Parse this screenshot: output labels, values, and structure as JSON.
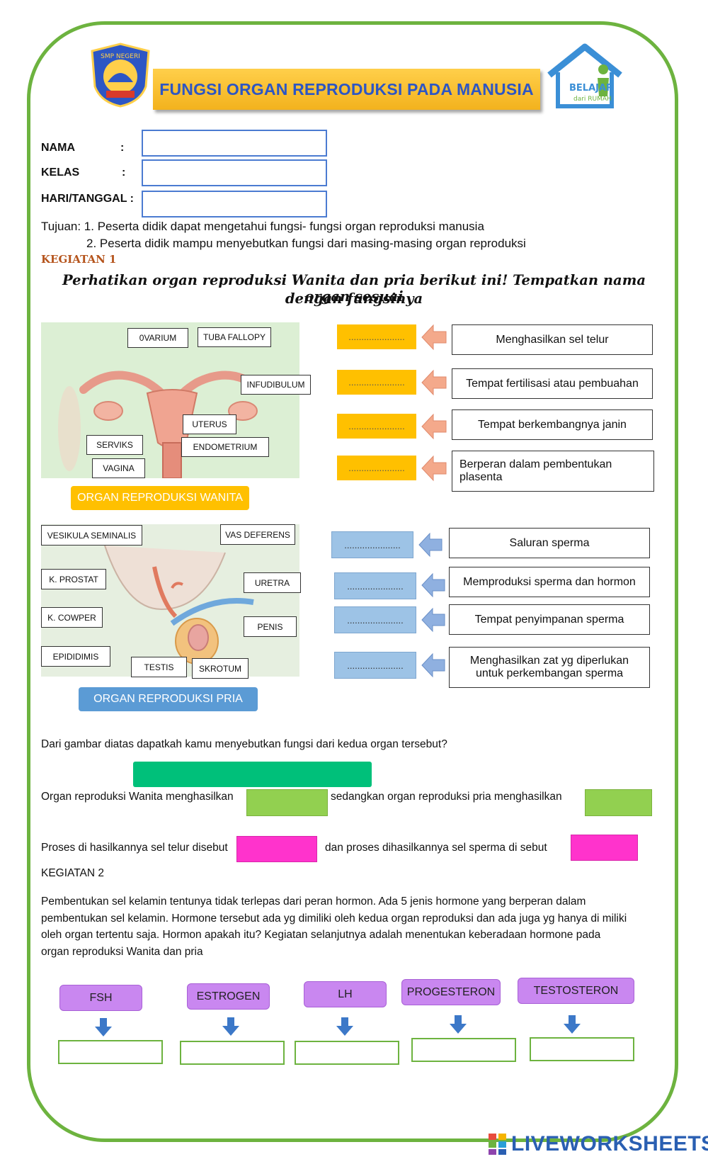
{
  "header": {
    "title": "FUNGSI ORGAN REPRODUKSI PADA MANUSIA",
    "school_logo_text": "SMP NEGERI",
    "home_logo_text": "BELAJAR dari RUMAH"
  },
  "identity": {
    "nama_label": "NAMA",
    "nama_colon": ":",
    "kelas_label": "KELAS",
    "kelas_colon": ":",
    "tanggal_label": "HARI/TANGGAL :"
  },
  "objectives": {
    "line1": "Tujuan: 1. Peserta didik dapat mengetahui fungsi- fungsi organ reproduksi manusia",
    "line2": "2. Peserta didik mampu menyebutkan fungsi dari masing-masing organ reproduksi"
  },
  "activity1": {
    "heading": "KEGIATAN 1",
    "instruction_line1": "Perhatikan organ reproduksi Wanita dan pria berikut ini! Tempatkan nama organ sesuai",
    "instruction_line2": "dengan fungsinya"
  },
  "female": {
    "caption": "ORGAN REPRODUKSI WANITA",
    "labels": [
      "0VARIUM",
      "TUBA FALLOPY",
      "INFUDIBULUM",
      "UTERUS",
      "SERVIKS",
      "ENDOMETRIUM",
      "VAGINA"
    ],
    "answer_placeholder": "......................",
    "functions": [
      "Menghasilkan sel telur",
      "Tempat fertilisasi atau pembuahan",
      "Tempat berkembangnya janin",
      "Berperan dalam pembentukan plasenta"
    ]
  },
  "male": {
    "caption": "ORGAN REPRODUKSI PRIA",
    "labels": [
      "VESIKULA SEMINALIS",
      "VAS DEFERENS",
      "K. PROSTAT",
      "URETRA",
      "K. COWPER",
      "PENIS",
      "EPIDIDIMIS",
      "TESTIS",
      "SKROTUM"
    ],
    "answer_placeholder": "......................",
    "functions": [
      "Saluran sperma",
      "Memproduksi sperma dan hormon",
      "Tempat penyimpanan sperma",
      "Menghasilkan zat yg diperlukan untuk perkembangan sperma"
    ]
  },
  "questions": {
    "q1": "Dari gambar diatas dapatkah kamu menyebutkan fungsi dari kedua organ tersebut?",
    "q2a": "Organ reproduksi Wanita menghasilkan",
    "q2b": "sedangkan organ reproduksi pria menghasilkan",
    "q3a": "Proses di hasilkannya sel telur disebut",
    "q3b": "dan proses dihasilkannya sel sperma di sebut"
  },
  "activity2": {
    "heading": "KEGIATAN 2",
    "paragraph": [
      "Pembentukan sel kelamin tentunya tidak terlepas dari peran hormon. Ada 5 jenis hormone yang berperan dalam",
      "pembentukan sel kelamin. Hormone tersebut ada yg dimiliki oleh kedua organ reproduksi dan ada juga yg hanya di miliki",
      "oleh organ tertentu saja. Hormon apakah itu? Kegiatan selanjutnya adalah menentukan keberadaan hormone pada",
      "organ reproduksi Wanita dan pria"
    ],
    "hormones": [
      "FSH",
      "ESTROGEN",
      "LH",
      "PROGESTERON",
      "TESTOSTERON"
    ]
  },
  "footer": {
    "brand": "LIVEWORKSHEETS"
  },
  "colors": {
    "frame": "#6db33f",
    "title_bar": "#ffc000",
    "title_text": "#2d56c4",
    "female_answer": "#ffc000",
    "male_answer": "#9dc3e6",
    "teal_box": "#00c07a",
    "green_box": "#92d050",
    "pink_box": "#ff33cc",
    "hormone_box": "#c987f0"
  }
}
